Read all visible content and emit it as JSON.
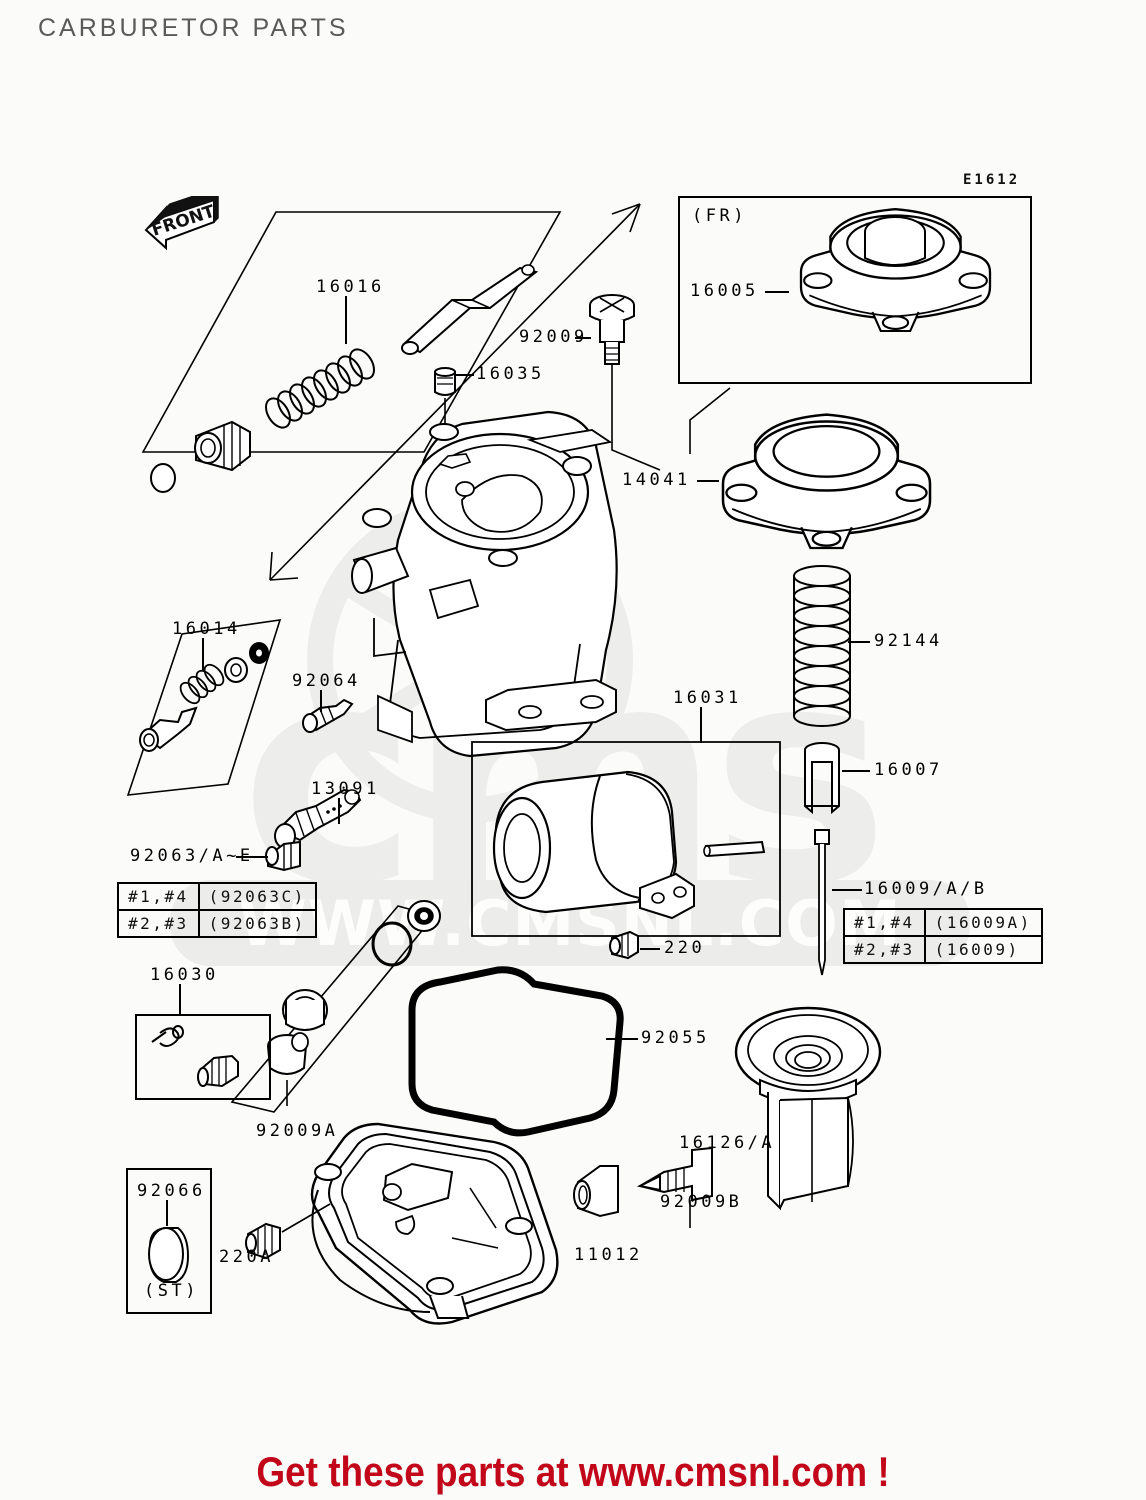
{
  "page": {
    "title": "CARBURETOR PARTS",
    "figure_code": "E1612",
    "footer": "Get these parts at www.cmsnl.com !",
    "watermark_text": "WWW.CMSNL.COM",
    "watermark_mark": "cms",
    "front_arrow_label": "FRONT",
    "inset_view_label": "(FR)"
  },
  "labels": {
    "l16016": "16016",
    "l16035": "16035",
    "l92009": "92009",
    "l16005": "16005",
    "l14041": "14041",
    "l92144": "92144",
    "l16031": "16031",
    "l16007": "16007",
    "l16014": "16014",
    "l92064": "92064",
    "l13091": "13091",
    "l92063": "92063/A~E",
    "l16009": "16009/A/B",
    "l16030": "16030",
    "l92009a": "92009A",
    "l220": "220",
    "l92055": "92055",
    "l16126": "16126/A",
    "l11012": "11012",
    "l92009b": "92009B",
    "l92066": "92066",
    "l92066_note": "(ST)",
    "l220a": "220A"
  },
  "tables": {
    "jet_table": {
      "rows": [
        {
          "cyl": "#1,#4",
          "part": "(92063C)"
        },
        {
          "cyl": "#2,#3",
          "part": "(92063B)"
        }
      ]
    },
    "needle_table": {
      "rows": [
        {
          "cyl": "#1,#4",
          "part": "(16009A)"
        },
        {
          "cyl": "#2,#3",
          "part": "(16009)"
        }
      ]
    }
  },
  "colors": {
    "ink": "#000000",
    "title": "#5a5a5a",
    "footer": "#c3071a",
    "watermark": "#e8e8e6",
    "background": "#fbfbf9"
  }
}
